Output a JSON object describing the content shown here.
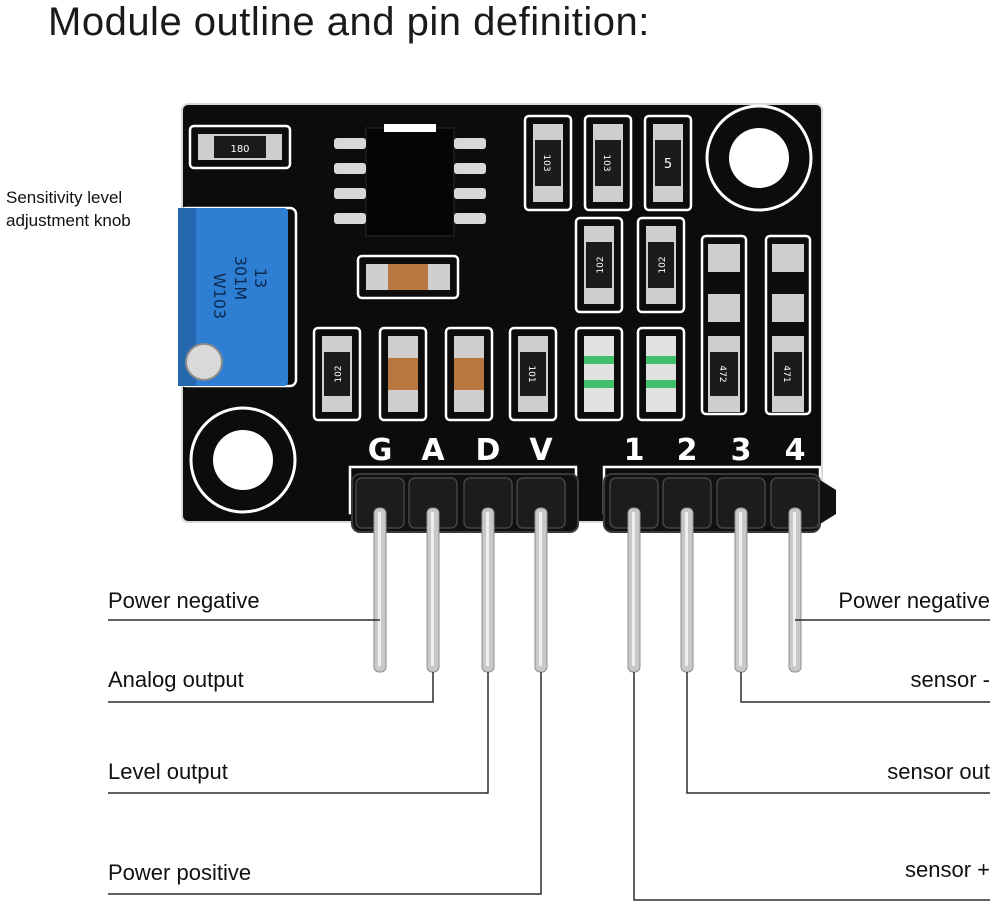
{
  "title": "Module outline and pin definition:",
  "knob_label": [
    "Sensitivity level",
    "adjustment knob"
  ],
  "colors": {
    "board": "#0c0c0c",
    "silkscreen": "#ffffff",
    "pot": "#2e7fd3",
    "pin": "#c8c8c8",
    "cap": "#b8773f"
  },
  "header_left": [
    "G",
    "A",
    "D",
    "V"
  ],
  "header_right": [
    "1",
    "2",
    "3",
    "4"
  ],
  "left_pins": [
    "Power negative",
    "Analog output",
    "Level output",
    "Power positive"
  ],
  "right_pins": [
    "Power negative",
    "sensor -",
    "sensor out",
    "sensor +"
  ],
  "components": {
    "r_top_left": "180",
    "r_top_1": "103",
    "r_top_2": "103",
    "r_top_3": "5",
    "r_mid_1": "102",
    "r_mid_2": "102",
    "r_low_1": "102",
    "r_low_4": "101",
    "r_low_7": "472",
    "r_low_8": "471"
  },
  "pot_markings": [
    "13",
    "301M",
    "W103"
  ]
}
